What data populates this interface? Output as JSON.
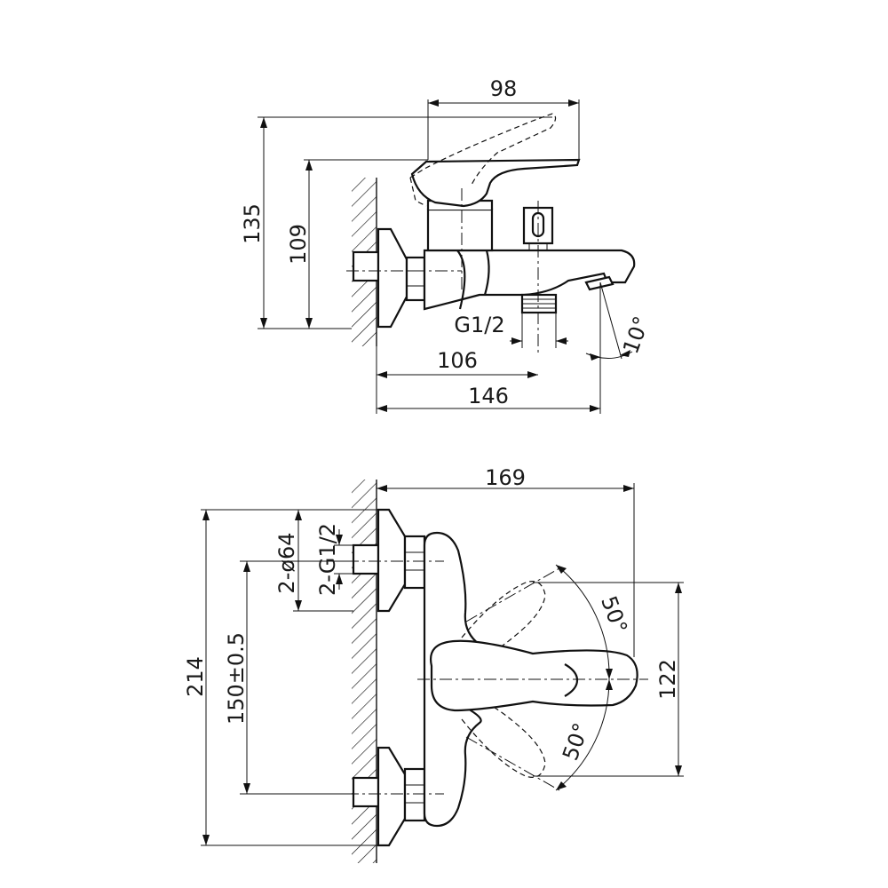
{
  "side_view": {
    "dims": {
      "width_98": "98",
      "height_135": "135",
      "height_109": "109",
      "thread_g12": "G1/2",
      "angle_10": "10°",
      "length_106": "106",
      "length_146": "146"
    }
  },
  "top_view": {
    "dims": {
      "width_169": "169",
      "inlet_dia": "2-ø64",
      "inlet_thread": "2-G1/2",
      "overall_214": "214",
      "centers_150": "150±0.5",
      "depth_122": "122",
      "angle_upper": "50°",
      "angle_lower": "50°"
    }
  }
}
